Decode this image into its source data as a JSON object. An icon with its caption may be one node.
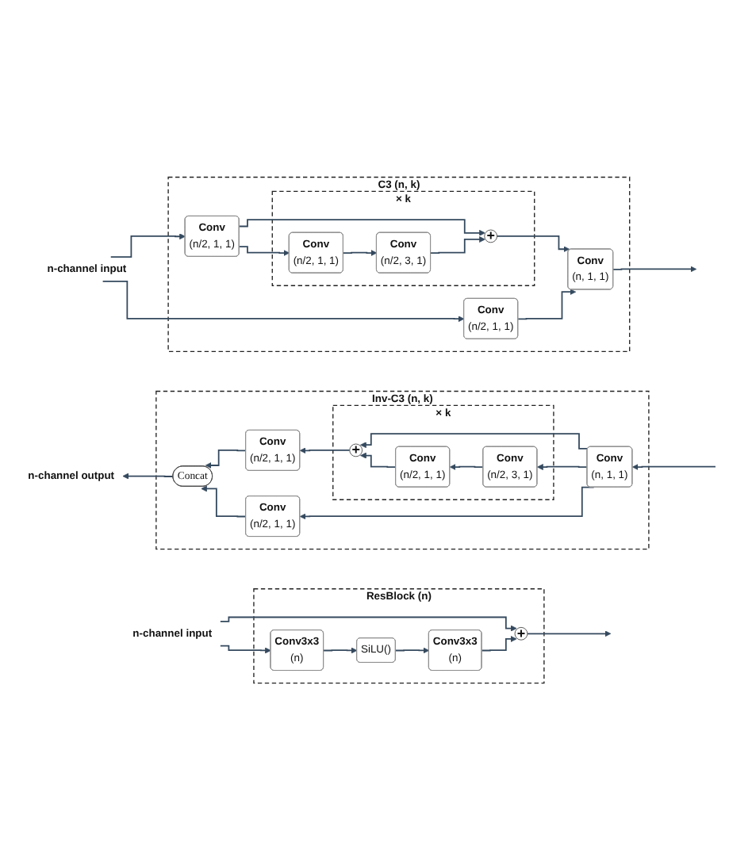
{
  "diagram": {
    "nodes": [
      {
        "text": [
          "C3 (n, k)"
        ]
      },
      {
        "text": [
          "n-channel input"
        ]
      },
      {
        "text": [
          "Conv",
          "(n/2, 1, 1)"
        ],
        "in": 0
      },
      {
        "text": [
          "× k"
        ],
        "in": 0
      },
      {
        "text": [
          "Conv",
          "(n/2, 1, 1)"
        ],
        "in": 3
      },
      {
        "text": [
          "Conv",
          "(n/2, 3, 1)"
        ],
        "in": 3
      },
      {
        "text": [
          "+"
        ],
        "in": 3
      },
      {
        "text": [
          "Conv",
          "(n/2, 1, 1)"
        ],
        "in": 0
      },
      {
        "text": [
          "Conv",
          "(n, 1, 1)"
        ],
        "in": 0
      },
      {
        "text": [
          "Inv-C3 (n, k)"
        ]
      },
      {
        "text": [
          "Conv",
          "(n/2, 1, 1)"
        ],
        "in": 9
      },
      {
        "text": [
          "× k"
        ],
        "in": 9
      },
      {
        "text": [
          "+"
        ],
        "in": 11
      },
      {
        "text": [
          "Conv",
          "(n/2, 1, 1)"
        ],
        "in": 11
      },
      {
        "text": [
          "Conv",
          "(n/2, 3, 1)"
        ],
        "in": 11
      },
      {
        "text": [
          "n-channel output"
        ]
      },
      {
        "text": [
          "Concat"
        ],
        "in": 9
      },
      {
        "text": [
          "Conv",
          "(n/2, 1, 1)"
        ],
        "in": 9
      },
      {
        "text": [
          "Conv",
          "(n, 1, 1)"
        ],
        "in": 9
      },
      {
        "text": [
          "ResBlock (n)"
        ]
      },
      {
        "text": [
          "n-channel input"
        ]
      },
      {
        "text": [
          "Conv3x3",
          "(n)"
        ],
        "in": 19
      },
      {
        "text": [
          "SiLU()"
        ],
        "in": 19
      },
      {
        "text": [
          "Conv3x3",
          "(n)"
        ],
        "in": 19
      },
      {
        "text": [
          "+"
        ],
        "in": 19
      }
    ],
    "edges": [
      {
        "from": 1,
        "to": 2,
        "arrow": "to"
      },
      {
        "from": 1,
        "to": 7,
        "arrow": "to"
      },
      {
        "from": 2,
        "to": 4,
        "arrow": "to"
      },
      {
        "from": 2,
        "to": 6,
        "arrow": "to"
      },
      {
        "from": 4,
        "to": 5,
        "arrow": "to"
      },
      {
        "from": 5,
        "to": 6,
        "arrow": "to"
      },
      {
        "from": 6,
        "to": 8,
        "arrow": "to"
      },
      {
        "from": 7,
        "to": 8,
        "arrow": "to"
      },
      {
        "from": 8,
        "to": null,
        "arrow": "to"
      },
      {
        "from": null,
        "to": 18,
        "arrow": "to"
      },
      {
        "from": 18,
        "to": 14,
        "arrow": "to"
      },
      {
        "from": 18,
        "to": 12,
        "arrow": "to"
      },
      {
        "from": 14,
        "to": 13,
        "arrow": "to"
      },
      {
        "from": 13,
        "to": 12,
        "arrow": "to"
      },
      {
        "from": 12,
        "to": 10,
        "arrow": "to"
      },
      {
        "from": 18,
        "to": 17,
        "arrow": "to"
      },
      {
        "from": 10,
        "to": 16,
        "arrow": "to"
      },
      {
        "from": 17,
        "to": 16,
        "arrow": "to"
      },
      {
        "from": 16,
        "to": 15,
        "arrow": "to"
      },
      {
        "from": 20,
        "to": 21,
        "arrow": "to"
      },
      {
        "from": 20,
        "to": 24,
        "arrow": "to"
      },
      {
        "from": 21,
        "to": 22,
        "arrow": "to"
      },
      {
        "from": 22,
        "to": 23,
        "arrow": "to"
      },
      {
        "from": 23,
        "to": 24,
        "arrow": "to"
      },
      {
        "from": 24,
        "to": null,
        "arrow": "to"
      }
    ]
  }
}
